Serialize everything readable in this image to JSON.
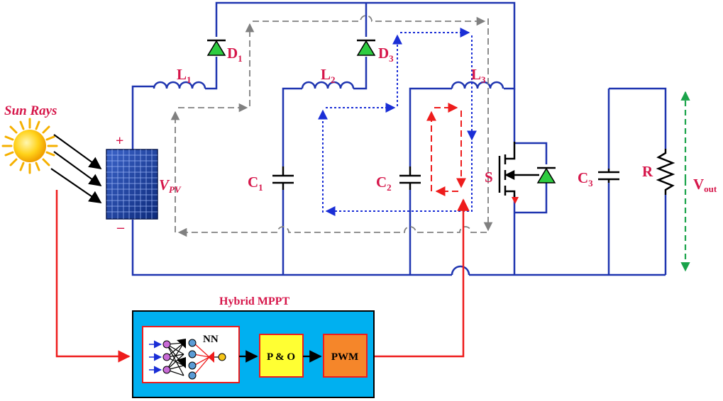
{
  "labels": {
    "sun_rays": "Sun Rays",
    "plus": "+",
    "minus": "–",
    "vpv_main": "V",
    "vpv_sub": "PV",
    "d1_main": "D",
    "d1_sub": "1",
    "d3_main": "D",
    "d3_sub": "3",
    "l1_main": "L",
    "l1_sub": "1",
    "l2_main": "L",
    "l2_sub": "2",
    "l3_main": "L",
    "l3_sub": "3",
    "c1_main": "C",
    "c1_sub": "1",
    "c2_main": "C",
    "c2_sub": "2",
    "c3_main": "C",
    "c3_sub": "3",
    "switch": "S",
    "resistor": "R",
    "vout_main": "V",
    "vout_sub": "out",
    "hybrid_mppt": "Hybrid MPPT",
    "nn": "NN",
    "po": "P & O",
    "pwm": "PWM"
  },
  "colors": {
    "circuit_wire": "#1f35b0",
    "label_red": "#d6164a",
    "dashed_gray": "#808080",
    "dashed_blue": "#1a2ed6",
    "dashed_red": "#ee1c1c",
    "arrow_green": "#1aa34a",
    "control_wire": "#ee1c1c",
    "mppt_box": "#00b0f0",
    "po_box": "#ffff33",
    "pwm_box": "#f5862a",
    "diode_fill": "#2ecc40",
    "sun": "#ffcc00"
  },
  "icons": {
    "sun": "sun-icon",
    "pv_panel": "solar-panel-icon",
    "nn": "neural-network-icon"
  }
}
